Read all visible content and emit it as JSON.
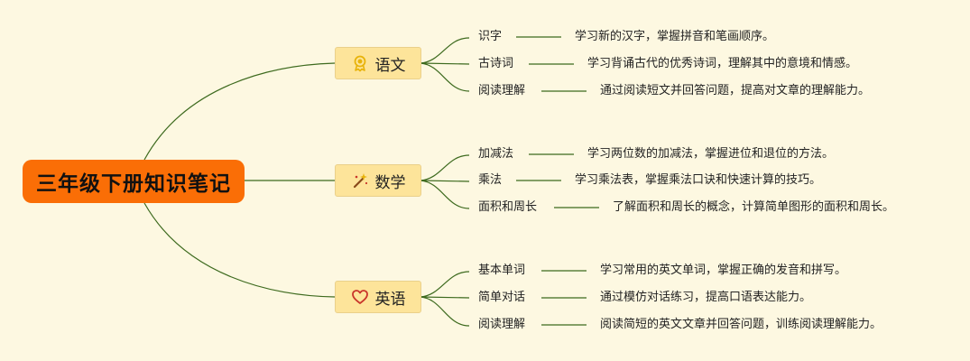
{
  "root": {
    "label": "三年级下册知识笔记"
  },
  "branches": [
    {
      "label": "语文",
      "icon": "medal-icon",
      "items": [
        {
          "topic": "识字",
          "desc": "学习新的汉字，掌握拼音和笔画顺序。"
        },
        {
          "topic": "古诗词",
          "desc": "学习背诵古代的优秀诗词，理解其中的意境和情感。"
        },
        {
          "topic": "阅读理解",
          "desc": "通过阅读短文并回答问题，提高对文章的理解能力。"
        }
      ]
    },
    {
      "label": "数学",
      "icon": "magic-wand-icon",
      "items": [
        {
          "topic": "加减法",
          "desc": "学习两位数的加减法，掌握进位和退位的方法。"
        },
        {
          "topic": "乘法",
          "desc": "学习乘法表，掌握乘法口诀和快速计算的技巧。"
        },
        {
          "topic": "面积和周长",
          "desc": "了解面积和周长的概念，计算简单图形的面积和周长。"
        }
      ]
    },
    {
      "label": "英语",
      "icon": "heart-icon",
      "items": [
        {
          "topic": "基本单词",
          "desc": "学习常用的英文单词，掌握正确的发音和拼写。"
        },
        {
          "topic": "简单对话",
          "desc": "通过模仿对话练习，提高口语表达能力。"
        },
        {
          "topic": "阅读理解",
          "desc": "阅读简短的英文文章并回答问题，训练阅读理解能力。"
        }
      ]
    }
  ],
  "colors": {
    "background": "#fdf8e1",
    "root": "#fa6e06",
    "branch": "#fde49a",
    "line": "#3d6a1e",
    "icon_gold": "#e8b30a",
    "icon_red": "#c9352b"
  }
}
